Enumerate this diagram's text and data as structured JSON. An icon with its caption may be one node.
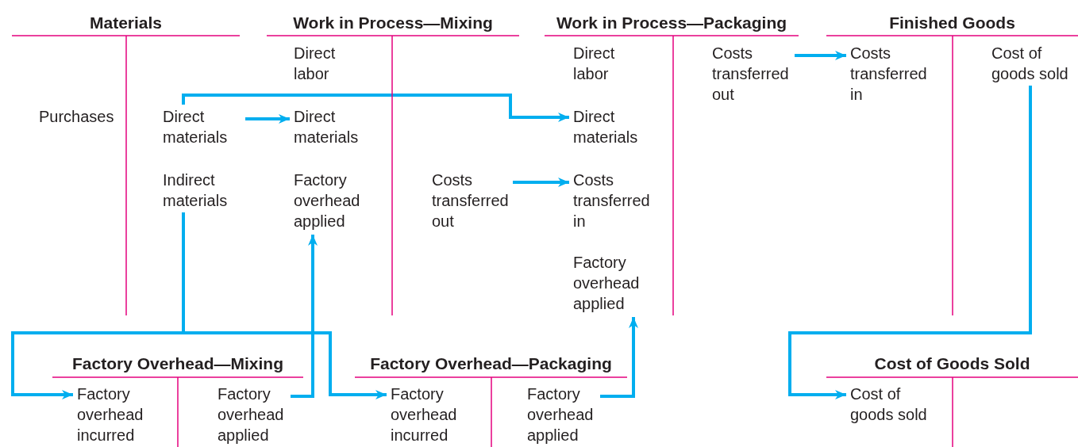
{
  "diagram": {
    "nodes": [
      {
        "text": [
          "Materials"
        ]
      },
      {
        "text": [
          "Purchases"
        ],
        "in": 0
      },
      {
        "text": [
          "Direct materials"
        ],
        "in": 0
      },
      {
        "text": [
          "Indirect materials"
        ],
        "in": 0
      },
      {
        "text": [
          "Work in Process—Mixing"
        ]
      },
      {
        "text": [
          "Direct labor"
        ],
        "in": 4
      },
      {
        "text": [
          "Direct materials"
        ],
        "in": 4
      },
      {
        "text": [
          "Factory overhead applied"
        ],
        "in": 4
      },
      {
        "text": [
          "Costs transferred out"
        ],
        "in": 4
      },
      {
        "text": [
          "Work in Process—Packaging"
        ]
      },
      {
        "text": [
          "Direct labor"
        ],
        "in": 9
      },
      {
        "text": [
          "Direct materials"
        ],
        "in": 9
      },
      {
        "text": [
          "Costs transferred in"
        ],
        "in": 9
      },
      {
        "text": [
          "Factory overhead applied"
        ],
        "in": 9
      },
      {
        "text": [
          "Costs transferred out"
        ],
        "in": 9
      },
      {
        "text": [
          "Finished Goods"
        ]
      },
      {
        "text": [
          "Costs transferred in"
        ],
        "in": 15
      },
      {
        "text": [
          "Cost of goods sold"
        ],
        "in": 15
      },
      {
        "text": [
          "Factory Overhead—Mixing"
        ]
      },
      {
        "text": [
          "Factory overhead incurred"
        ],
        "in": 18
      },
      {
        "text": [
          "Factory overhead applied"
        ],
        "in": 18
      },
      {
        "text": [
          "Factory Overhead—Packaging"
        ]
      },
      {
        "text": [
          "Factory overhead incurred"
        ],
        "in": 21
      },
      {
        "text": [
          "Factory overhead applied"
        ],
        "in": 21
      },
      {
        "text": [
          "Cost of Goods Sold"
        ]
      },
      {
        "text": [
          "Cost of goods sold"
        ],
        "in": 24
      }
    ],
    "edges": [
      {
        "from": 2,
        "to": 6,
        "arrow": "to"
      },
      {
        "from": 2,
        "to": 11,
        "arrow": "to"
      },
      {
        "from": 3,
        "to": 19,
        "arrow": "to"
      },
      {
        "from": 3,
        "to": 22,
        "arrow": "to"
      },
      {
        "from": 20,
        "to": 7,
        "arrow": "to"
      },
      {
        "from": 23,
        "to": 13,
        "arrow": "to"
      },
      {
        "from": 8,
        "to": 12,
        "arrow": "to"
      },
      {
        "from": 14,
        "to": 16,
        "arrow": "to"
      },
      {
        "from": 17,
        "to": 25,
        "arrow": "to"
      }
    ]
  }
}
